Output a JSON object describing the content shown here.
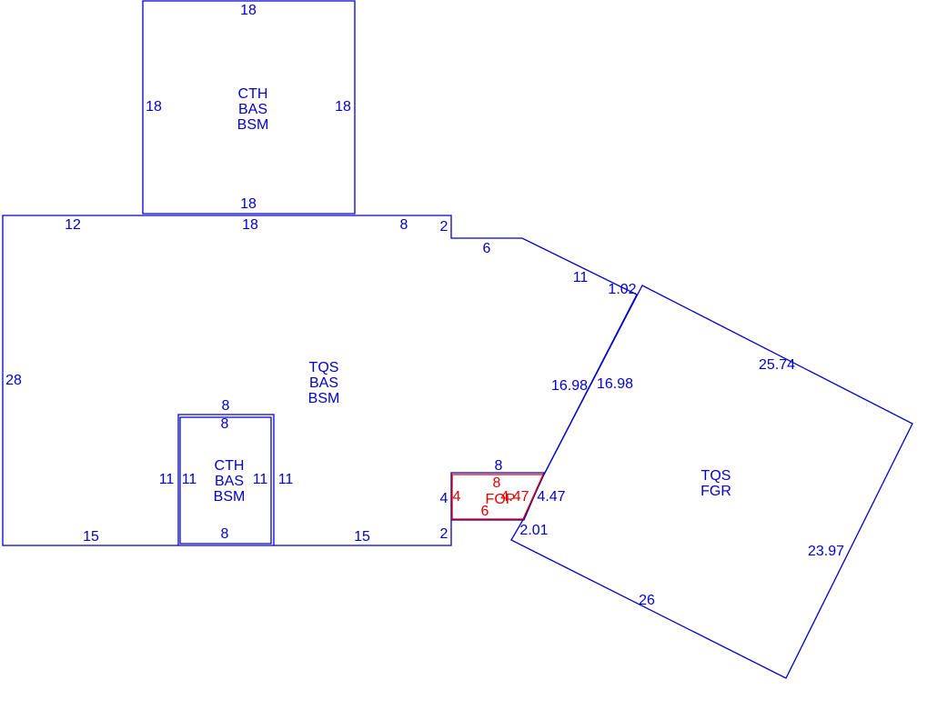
{
  "colors": {
    "outline": "#0000cc",
    "highlight": "#e00000",
    "background": "#ffffff"
  },
  "areas": {
    "top_room": {
      "code1": "CTH",
      "code2": "BAS",
      "code3": "BSM"
    },
    "main_house": {
      "code1": "TQS",
      "code2": "BAS",
      "code3": "BSM"
    },
    "inner_room": {
      "code1": "CTH",
      "code2": "BAS",
      "code3": "BSM"
    },
    "garage": {
      "code1": "TQS",
      "code2": "FGR"
    },
    "porch": {
      "code1": "FOP"
    }
  },
  "dimensions": {
    "top_room": {
      "top": "18",
      "left": "18",
      "right": "18",
      "bottom": "18"
    },
    "main_house": {
      "top_left": "12",
      "top_middle": "18",
      "top_right": "8",
      "step_down": "2",
      "jog": "6",
      "angled": "11",
      "short_angled": "1.02",
      "diagonal": "16.98",
      "left": "28",
      "bottom_left": "15",
      "bottom_right": "15",
      "bottom_step": "2"
    },
    "inner_room": {
      "top_outer": "8",
      "top_inner": "8",
      "left_outer": "11",
      "left_inner": "11",
      "right_inner": "11",
      "right_outer": "11",
      "bottom": "8"
    },
    "garage": {
      "top": "25.74",
      "left_edge": "16.98",
      "right": "23.97",
      "bottom": "26",
      "small_edge": "2.01",
      "porch_edge": "4.47"
    },
    "porch": {
      "top_outer": "8",
      "left_outer": "4",
      "top_inner": "8",
      "left_inner": "4",
      "right_inner": "4.47",
      "bottom_inner": "6"
    }
  }
}
